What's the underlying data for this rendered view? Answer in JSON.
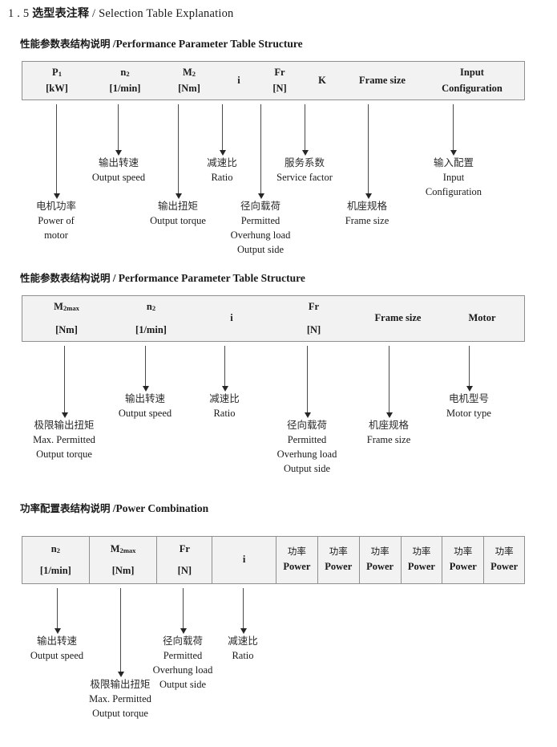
{
  "page": {
    "title_number": "1 . 5",
    "title_cn": "选型表注释",
    "title_sep": "/",
    "title_en": "Selection Table Explanation"
  },
  "sections": [
    {
      "heading_cn": "性能参数表结构说明",
      "heading_sep": "/",
      "heading_en": "Performance Parameter Table Structure",
      "table": {
        "divided": false,
        "columns": [
          {
            "line1": "P",
            "sub1": "1",
            "line2": "[kW]"
          },
          {
            "line1": "n",
            "sub1": "2",
            "line2": "[1/min]"
          },
          {
            "line1": "M",
            "sub1": "2",
            "line2": "[Nm]"
          },
          {
            "line1": "i",
            "sub1": "",
            "line2": ""
          },
          {
            "line1": "Fr",
            "sub1": "",
            "line2": "[N]"
          },
          {
            "line1": "K",
            "sub1": "",
            "line2": ""
          },
          {
            "line1": "Frame size",
            "sub1": "",
            "line2": ""
          },
          {
            "line1": "Input",
            "sub1": "",
            "line2": "Configuration"
          }
        ]
      },
      "callouts": [
        {
          "cn": "电机功率",
          "en": [
            "Power of",
            "motor"
          ]
        },
        {
          "cn": "输出转速",
          "en": [
            "Output speed"
          ]
        },
        {
          "cn": "输出扭矩",
          "en": [
            "Output torque"
          ]
        },
        {
          "cn": "减速比",
          "en": [
            "Ratio"
          ]
        },
        {
          "cn": "径向载荷",
          "en": [
            "Permitted",
            "Overhung load",
            "Output side"
          ]
        },
        {
          "cn": "服务系数",
          "en": [
            "Service factor"
          ]
        },
        {
          "cn": "机座规格",
          "en": [
            "Frame size"
          ]
        },
        {
          "cn": "输入配置",
          "en": [
            "Input",
            "Configuration"
          ]
        }
      ]
    },
    {
      "heading_cn": "性能参数表结构说明",
      "heading_sep": "/",
      "heading_en": "Performance Parameter Table Structure",
      "table": {
        "divided": false,
        "columns": [
          {
            "line1": "M",
            "sub1": "2max",
            "line2": "[Nm]"
          },
          {
            "line1": "n",
            "sub1": "2",
            "line2": "[1/min]"
          },
          {
            "line1": "i",
            "sub1": "",
            "line2": ""
          },
          {
            "line1": "Fr",
            "sub1": "",
            "line2": "[N]"
          },
          {
            "line1": "Frame size",
            "sub1": "",
            "line2": ""
          },
          {
            "line1": "Motor",
            "sub1": "",
            "line2": ""
          }
        ]
      },
      "callouts": [
        {
          "cn": "极限输出扭矩",
          "en": [
            "Max. Permitted",
            "Output  torque"
          ]
        },
        {
          "cn": "输出转速",
          "en": [
            "Output speed"
          ]
        },
        {
          "cn": "减速比",
          "en": [
            "Ratio"
          ]
        },
        {
          "cn": "径向载荷",
          "en": [
            "Permitted",
            "Overhung load",
            "Output side"
          ]
        },
        {
          "cn": "机座规格",
          "en": [
            "Frame size"
          ]
        },
        {
          "cn": "电机型号",
          "en": [
            "Motor type"
          ]
        }
      ]
    },
    {
      "heading_cn": "功率配置表结构说明",
      "heading_sep": "/",
      "heading_en": "Power Combination",
      "table": {
        "divided": true,
        "columns": [
          {
            "line1": "n",
            "sub1": "2",
            "line2": "[1/min]"
          },
          {
            "line1": "M",
            "sub1": "2max",
            "line2": "[Nm]"
          },
          {
            "line1": "Fr",
            "sub1": "",
            "line2": "[N]"
          },
          {
            "line1": "i",
            "sub1": "",
            "line2": ""
          },
          {
            "cn": "功率",
            "line2": "Power"
          },
          {
            "cn": "功率",
            "line2": "Power"
          },
          {
            "cn": "功率",
            "line2": "Power"
          },
          {
            "cn": "功率",
            "line2": "Power"
          },
          {
            "cn": "功率",
            "line2": "Power"
          },
          {
            "cn": "功率",
            "line2": "Power"
          }
        ]
      },
      "callouts": [
        {
          "cn": "输出转速",
          "en": [
            "Output speed"
          ]
        },
        {
          "cn": "极限输出扭矩",
          "en": [
            "Max. Permitted",
            "Output  torque"
          ]
        },
        {
          "cn": "径向载荷",
          "en": [
            "Permitted",
            "Overhung load",
            "Output side"
          ]
        },
        {
          "cn": "减速比",
          "en": [
            "Ratio"
          ]
        }
      ]
    }
  ]
}
